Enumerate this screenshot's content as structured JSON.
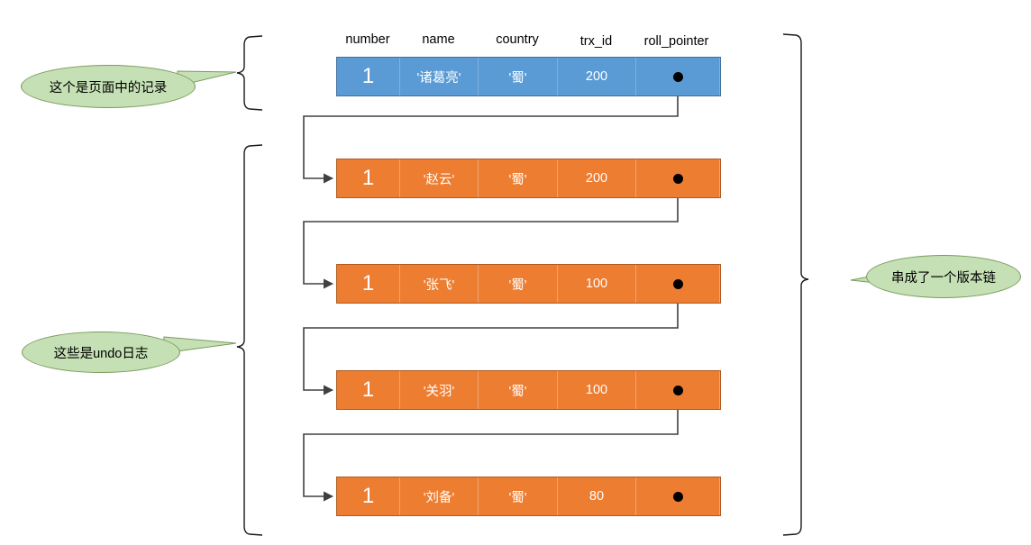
{
  "diagram": {
    "title": "MVCC undo log version chain",
    "colors": {
      "record_fill": "#5B9BD5",
      "record_stroke": "#41719C",
      "undo_fill": "#ED7D31",
      "undo_stroke": "#AE5A21",
      "callout_fill": "#C5E0B4",
      "callout_stroke": "#7A9B5E",
      "connector": "#404040"
    },
    "columns": [
      {
        "key": "number",
        "label": "number"
      },
      {
        "key": "name",
        "label": "name"
      },
      {
        "key": "country",
        "label": "country"
      },
      {
        "key": "trx_id",
        "label": "trx_id"
      },
      {
        "key": "roll_pointer",
        "label": "roll_pointer"
      }
    ],
    "rows": [
      {
        "kind": "record",
        "number": "1",
        "name": "'诸葛亮'",
        "country": "'蜀'",
        "trx_id": "200",
        "roll_pointer": "●"
      },
      {
        "kind": "undo",
        "number": "1",
        "name": "'赵云'",
        "country": "'蜀'",
        "trx_id": "200",
        "roll_pointer": "●"
      },
      {
        "kind": "undo",
        "number": "1",
        "name": "'张飞'",
        "country": "'蜀'",
        "trx_id": "100",
        "roll_pointer": "●"
      },
      {
        "kind": "undo",
        "number": "1",
        "name": "'关羽'",
        "country": "'蜀'",
        "trx_id": "100",
        "roll_pointer": "●"
      },
      {
        "kind": "undo",
        "number": "1",
        "name": "'刘备'",
        "country": "'蜀'",
        "trx_id": "80",
        "roll_pointer": "●"
      }
    ],
    "callouts": [
      {
        "id": "record-note",
        "text": "这个是页面中的记录",
        "tail": "right"
      },
      {
        "id": "undo-note",
        "text": "这些是undo日志",
        "tail": "right"
      },
      {
        "id": "chain-note",
        "text": "串成了一个版本链",
        "tail": "left"
      }
    ],
    "braces": [
      {
        "id": "record-brace",
        "side": "left",
        "groups": "record"
      },
      {
        "id": "undo-brace",
        "side": "left",
        "groups": "undo"
      },
      {
        "id": "chain-brace",
        "side": "right",
        "groups": "all"
      }
    ]
  }
}
